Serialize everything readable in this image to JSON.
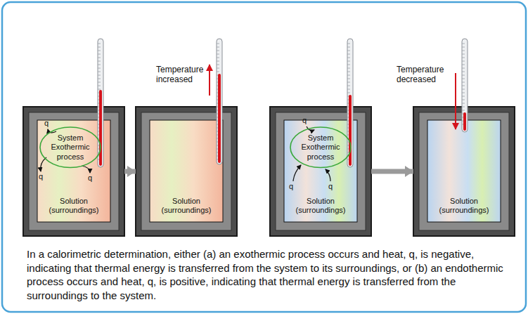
{
  "diagram": {
    "caption": "In a calorimetric determination, either (a) an exothermic process occurs and heat, q, is negative, indicating that thermal energy is transferred from the system to its surroundings, or (b) an endothermic process occurs and heat, q, is positive, indicating that thermal energy is transferred from the surroundings to the system.",
    "nodes": [
      {
        "text": [
          "Solution (surroundings)"
        ]
      },
      {
        "text": [
          "System Exothermic process"
        ],
        "in": 0
      },
      {
        "text": [
          "Solution (surroundings)"
        ]
      },
      {
        "text": [
          "Solution (surroundings)"
        ]
      },
      {
        "text": [
          "System Exothermic process"
        ],
        "in": 3
      },
      {
        "text": [
          "Solution (surroundings)"
        ]
      }
    ],
    "edges": [
      {
        "from": 0,
        "to": 2,
        "arrow": "to"
      },
      {
        "from": 3,
        "to": 5,
        "arrow": "to"
      }
    ],
    "labels": [
      "q",
      "q",
      "q",
      "Temperature increased",
      "q",
      "q",
      "q",
      "Temperature decreased"
    ]
  }
}
